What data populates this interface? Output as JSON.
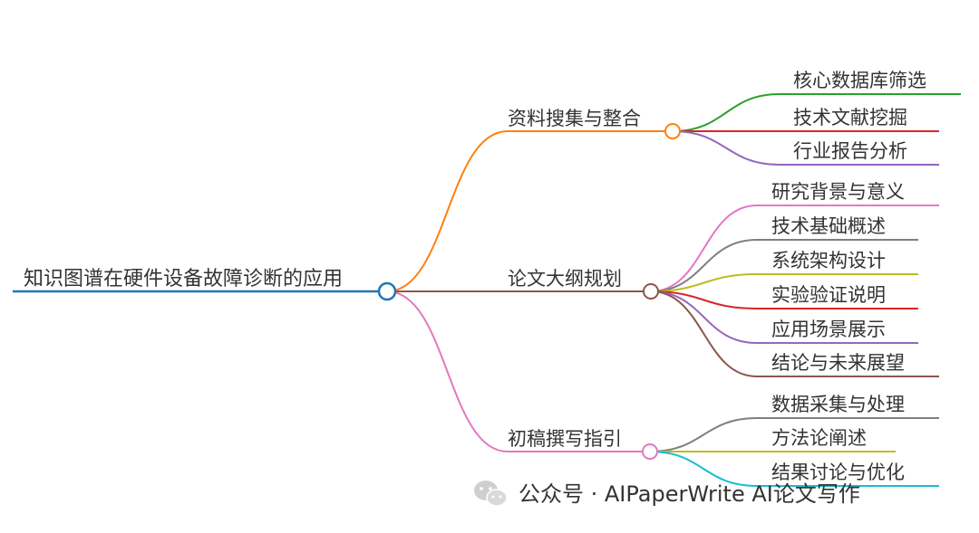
{
  "root": {
    "label": "知识图谱在硬件设备故障诊断的应用",
    "color": "#1f77b4"
  },
  "branches": [
    {
      "label": "资料搜集与整合",
      "color": "#ff7f0e",
      "children": [
        {
          "label": "核心数据库筛选",
          "color": "#2ca02c"
        },
        {
          "label": "技术文献挖掘",
          "color": "#d62728"
        },
        {
          "label": "行业报告分析",
          "color": "#9467bd"
        }
      ]
    },
    {
      "label": "论文大纲规划",
      "color": "#8c564b",
      "children": [
        {
          "label": "研究背景与意义",
          "color": "#e377c2"
        },
        {
          "label": "技术基础概述",
          "color": "#7f7f7f"
        },
        {
          "label": "系统架构设计",
          "color": "#bcbd22"
        },
        {
          "label": "实验验证说明",
          "color": "#d62728"
        },
        {
          "label": "应用场景展示",
          "color": "#9467bd"
        },
        {
          "label": "结论与未来展望",
          "color": "#8c564b"
        }
      ]
    },
    {
      "label": "初稿撰写指引",
      "color": "#e377c2",
      "children": [
        {
          "label": "数据采集与处理",
          "color": "#7f7f7f"
        },
        {
          "label": "方法论阐述",
          "color": "#bcbd22"
        },
        {
          "label": "结果讨论与优化",
          "color": "#17becf"
        }
      ]
    }
  ],
  "watermark": {
    "text": "公众号 · AIPaperWrite AI论文写作",
    "icon": "wechat-icon"
  }
}
